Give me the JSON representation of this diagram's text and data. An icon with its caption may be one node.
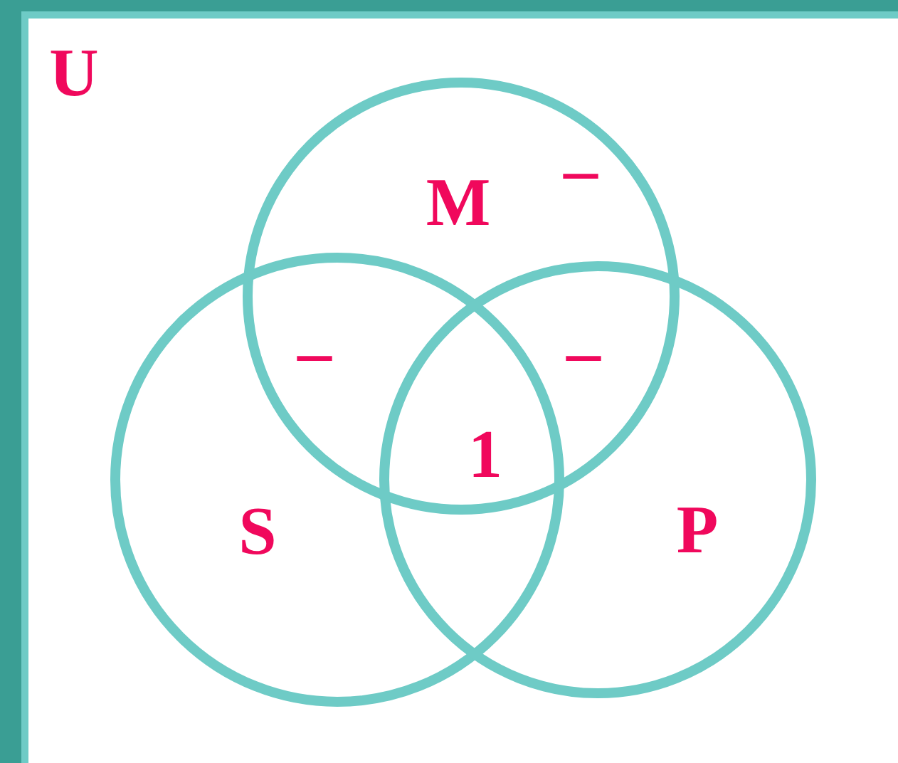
{
  "diagram": {
    "nodes": [
      {
        "text": [
          "U"
        ]
      },
      {
        "text": [
          "M"
        ],
        "in": 0
      },
      {
        "text": [
          "S"
        ],
        "in": 0
      },
      {
        "text": [
          "P"
        ],
        "in": 0
      }
    ],
    "labels": [
      "–",
      "–",
      "–",
      "1"
    ]
  }
}
